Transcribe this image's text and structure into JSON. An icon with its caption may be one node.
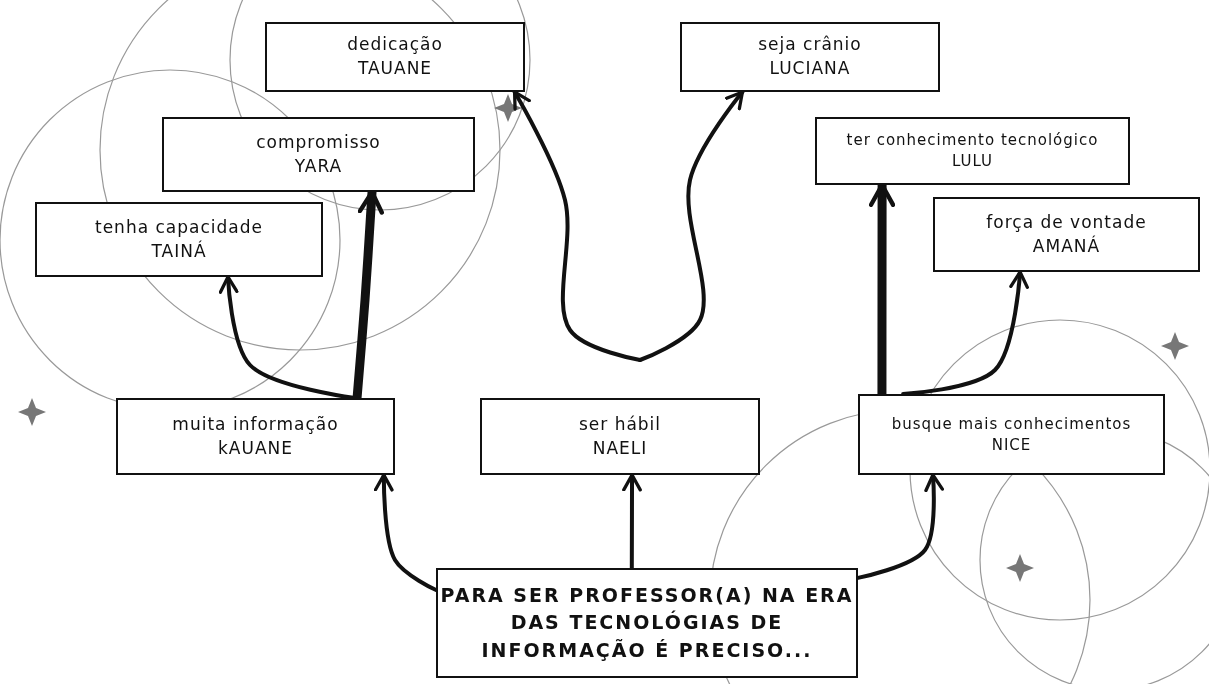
{
  "diagram": {
    "nodes": [
      {
        "text": [
          "dedicação",
          "TAUANE"
        ]
      },
      {
        "text": [
          "seja crânio",
          "LUCIANA"
        ]
      },
      {
        "text": [
          "compromisso",
          "YARA"
        ]
      },
      {
        "text": [
          "ter conhecimento tecnológico",
          "LULU"
        ]
      },
      {
        "text": [
          "tenha capacidade",
          "TAINÁ"
        ]
      },
      {
        "text": [
          "força de vontade",
          "AMANÁ"
        ]
      },
      {
        "text": [
          "muita informação",
          "kAUANE"
        ]
      },
      {
        "text": [
          "ser hábil",
          "NAELI"
        ]
      },
      {
        "text": [
          "busque mais conhecimentos",
          "NICE"
        ]
      },
      {
        "text": [
          "PARA SER PROFESSOR(A) NA ERA DAS TECNOLÓGIAS DE INFORMAÇÃO  É PRECISO..."
        ]
      }
    ],
    "edges": [
      {
        "from": 9,
        "to": 6,
        "arrow": "to"
      },
      {
        "from": 9,
        "to": 7,
        "arrow": "to"
      },
      {
        "from": 9,
        "to": 8,
        "arrow": "to"
      },
      {
        "from": 6,
        "to": 4,
        "arrow": "to"
      },
      {
        "from": 6,
        "to": 2,
        "arrow": "to",
        "style": "thick"
      },
      {
        "from": 8,
        "to": 3,
        "arrow": "to",
        "style": "thick"
      },
      {
        "from": 8,
        "to": 5,
        "arrow": "to"
      },
      {
        "from": null,
        "to": 0,
        "arrow": "to"
      },
      {
        "from": null,
        "to": 1,
        "arrow": "to"
      }
    ]
  }
}
